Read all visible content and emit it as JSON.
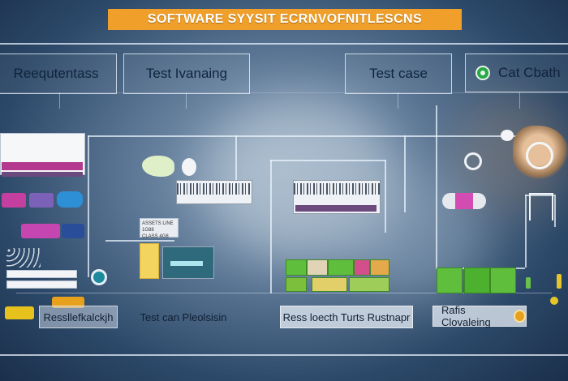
{
  "banner": {
    "title": "SOFTWARE SYYSIT ECRNVOFNITLESCNS"
  },
  "header_boxes": [
    {
      "label": "Reequtentass"
    },
    {
      "label": "Test Ivanaing"
    },
    {
      "label": "Test case"
    },
    {
      "label": "Cat Cbath",
      "icon": "chat-bubble-icon"
    }
  ],
  "bottom_labels": [
    {
      "label": "Ressllefkalckjh"
    },
    {
      "label": "Test can Pleolsisin"
    },
    {
      "label": "Ress loecth Turts Rustnapr"
    },
    {
      "label": "Rafis Clovaleing",
      "icon": "bulb-icon"
    }
  ],
  "micro_labels": {
    "panel2_header": "ASSETS LINE 1G88",
    "panel2_sub": "CLASS 4G8"
  },
  "colors": {
    "banner_bg": "#f0a02a",
    "accent_green": "#5fbf3c",
    "accent_magenta": "#b3388e",
    "accent_teal": "#1f8a9d",
    "accent_orange": "#e8a11c"
  }
}
